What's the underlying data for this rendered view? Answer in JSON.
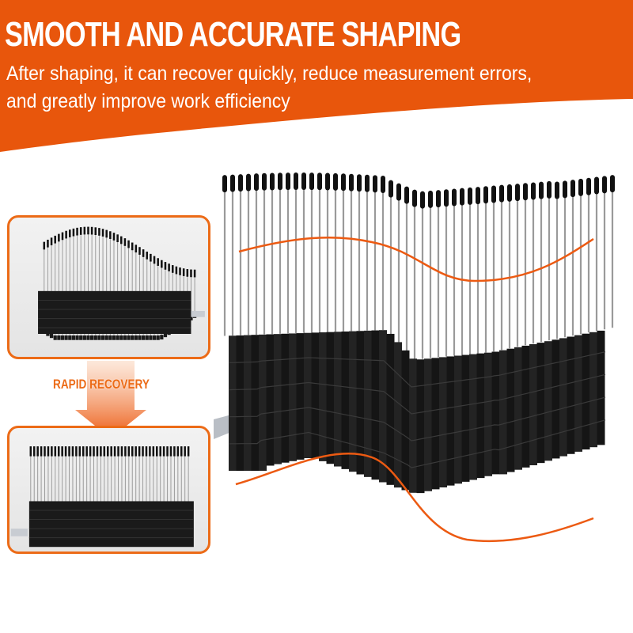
{
  "banner": {
    "title": "SMOOTH AND ACCURATE SHAPING",
    "subtitle_line1": "After shaping, it can recover quickly, reduce measurement errors,",
    "subtitle_line2": "and greatly improve work efficiency",
    "color": "#e8560c"
  },
  "panels": {
    "before": {
      "name": "shaped-gauge-panel",
      "border_color": "#ec6b17"
    },
    "transition": {
      "label": "RAPID RECOVERY",
      "icon": "down-arrow-icon"
    },
    "after": {
      "name": "recovered-gauge-panel",
      "border_color": "#ec6b17"
    }
  },
  "product": {
    "name": "contour-gauge",
    "pin_cap_color": "#111111",
    "pin_color": "#9a9a9a",
    "body_color": "#1a1a1a",
    "curve_color": "#ec5a12"
  }
}
